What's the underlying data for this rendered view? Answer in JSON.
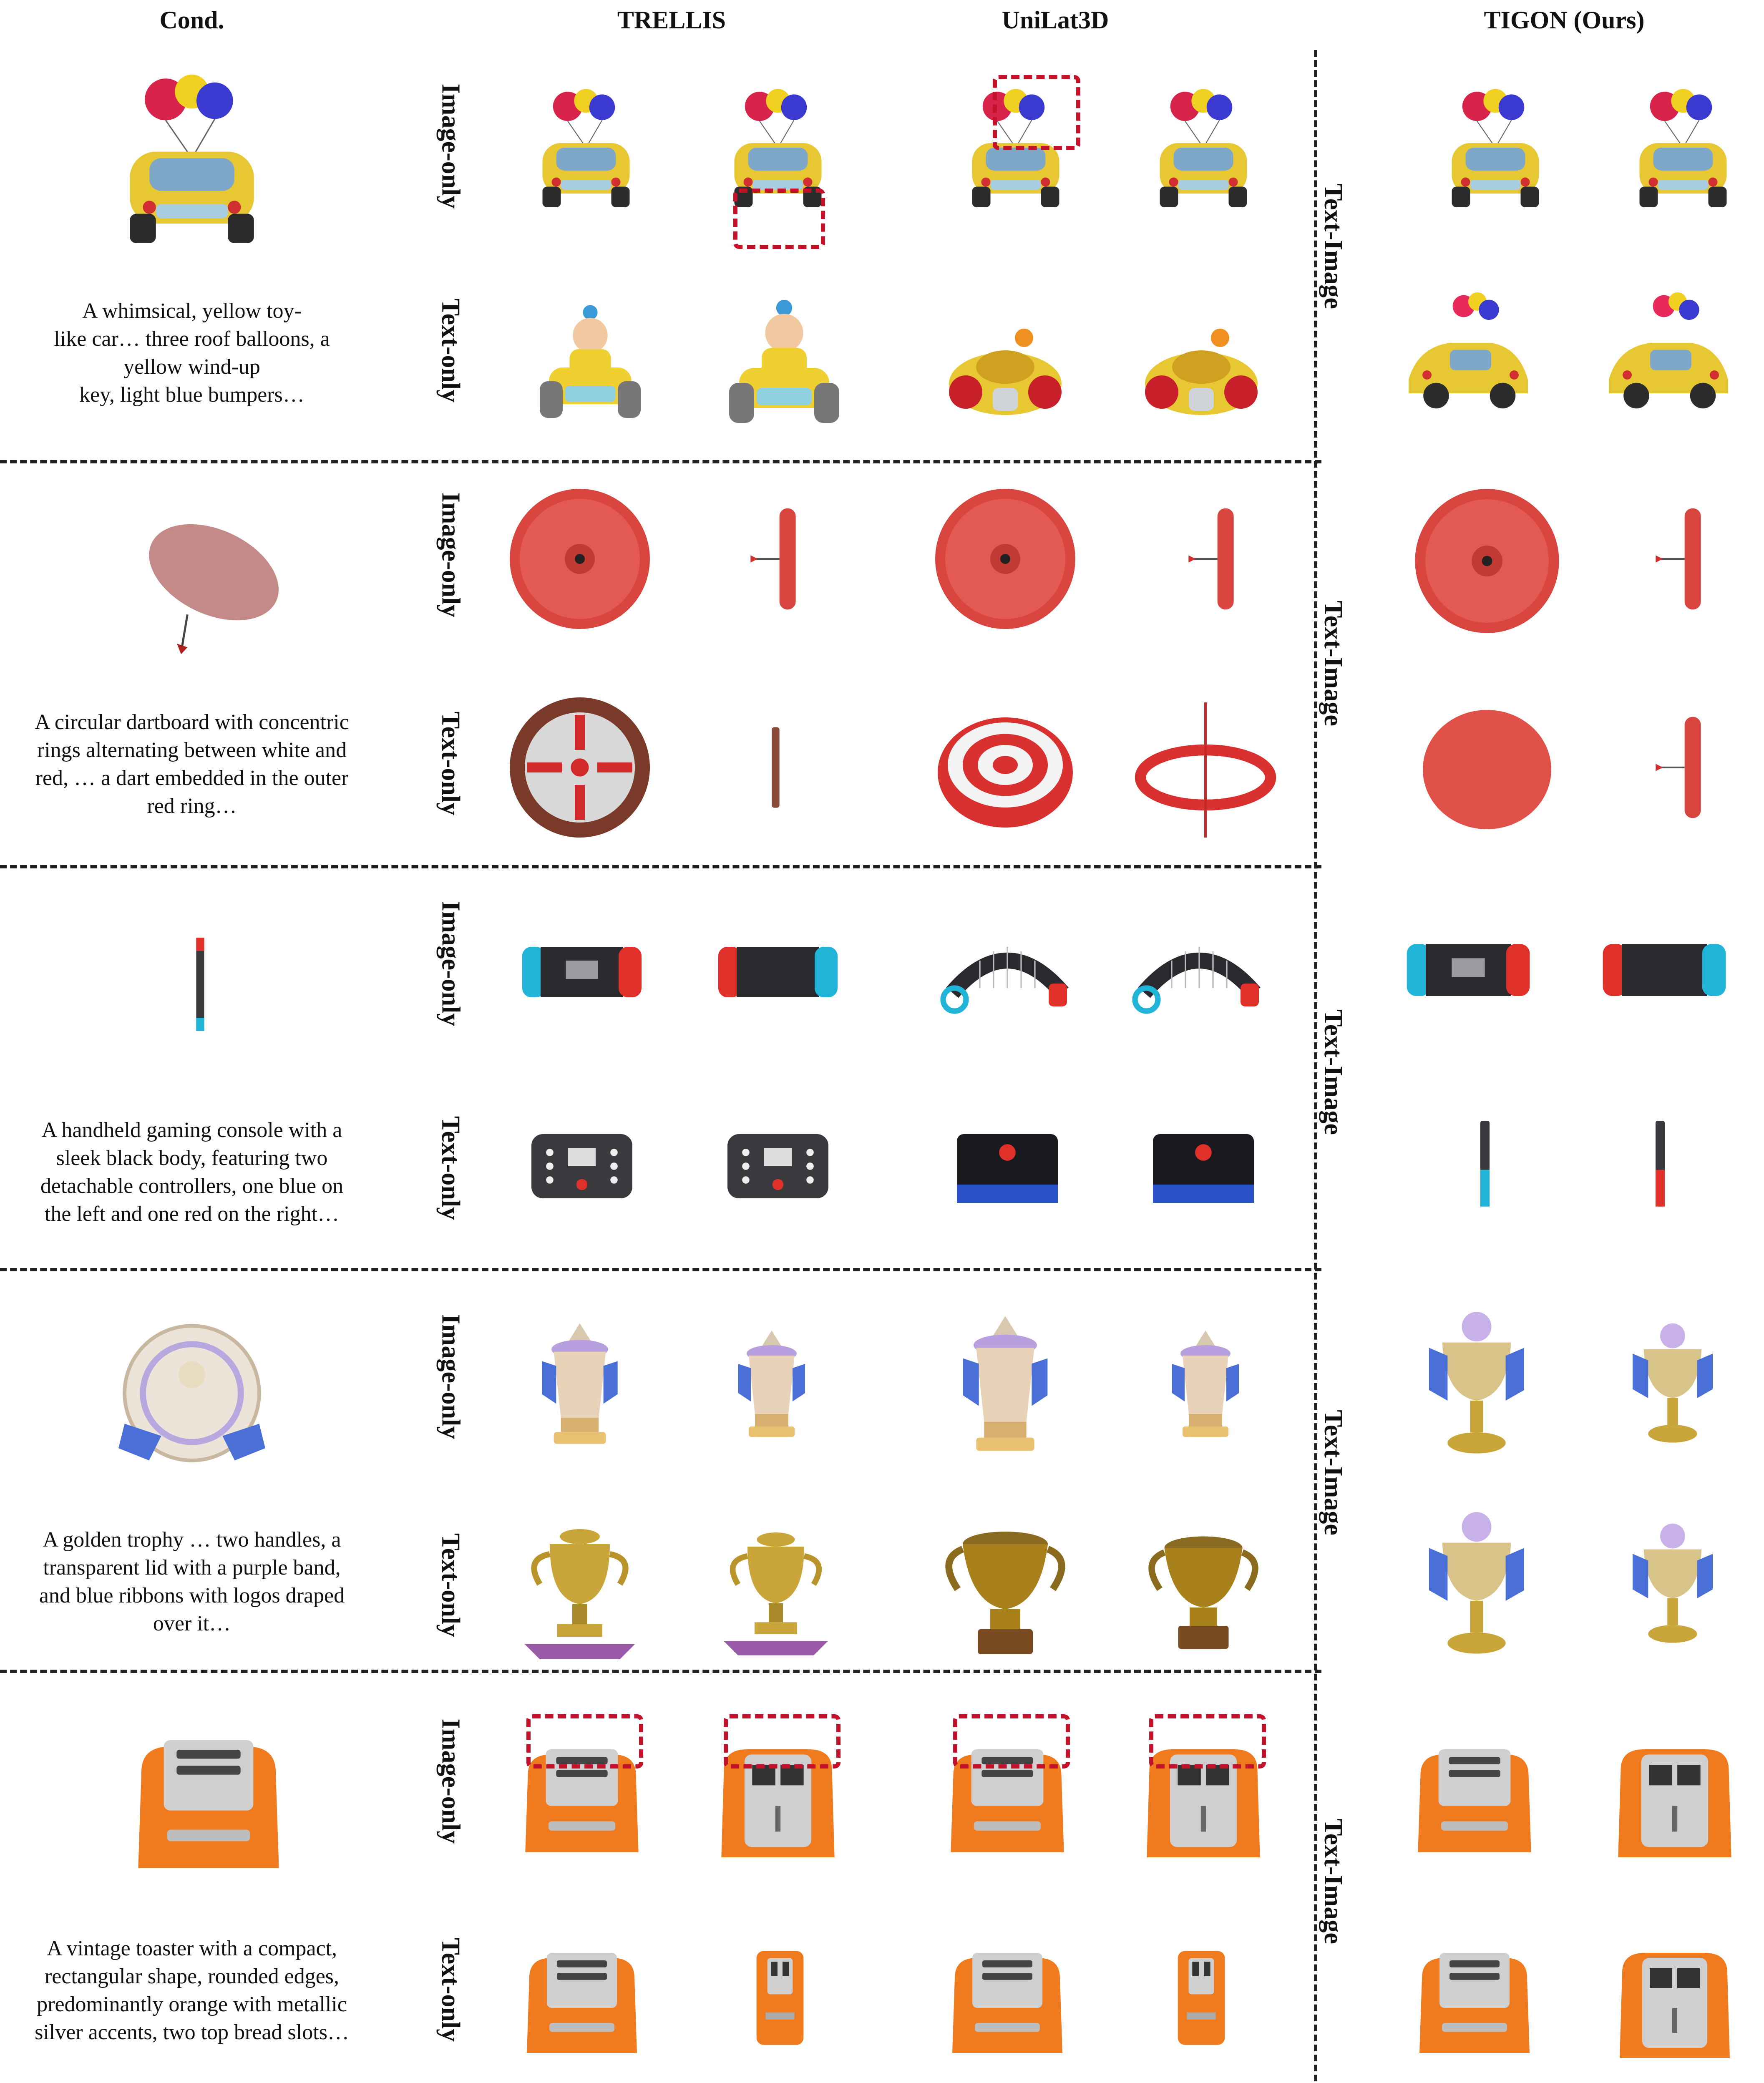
{
  "headers": {
    "cond": "Cond.",
    "trellis": "TRELLIS",
    "unilat": "UniLat3D",
    "tigon": "TIGON (Ours)"
  },
  "mode_labels": {
    "image_only": "Image-only",
    "text_only": "Text-only",
    "text_image": "Text-Image"
  },
  "rows": [
    {
      "caption": "A whimsical, yellow toy-\nlike car… three roof balloons, a\nyellow wind-up\nkey, light blue bumpers…"
    },
    {
      "caption": "A circular dartboard with concentric\nrings alternating between white and\nred, … a dart embedded in the outer\nred ring…"
    },
    {
      "caption": "A handheld gaming console with a\nsleek black body, featuring two\ndetachable controllers, one blue on\nthe left and one red on the right…"
    },
    {
      "caption": "A golden trophy … two handles, a\ntransparent lid with a purple band,\nand blue ribbons with logos draped\nover it…"
    },
    {
      "caption": "A vintage toaster with a compact,\nrectangular shape, rounded edges,\npredominantly orange with metallic\nsilver accents, two top bread slots…"
    }
  ],
  "colors": {
    "car_yellow": "#e8c832",
    "dart_red": "#d9453f",
    "console_dark": "#2a2a2e",
    "switch_blue": "#1fb4d8",
    "switch_red": "#e0302a",
    "trophy_gold": "#c9a53a",
    "toaster_orange": "#f07a1e",
    "metal": "#c7c7c7",
    "highlight_box": "#c4122a"
  }
}
